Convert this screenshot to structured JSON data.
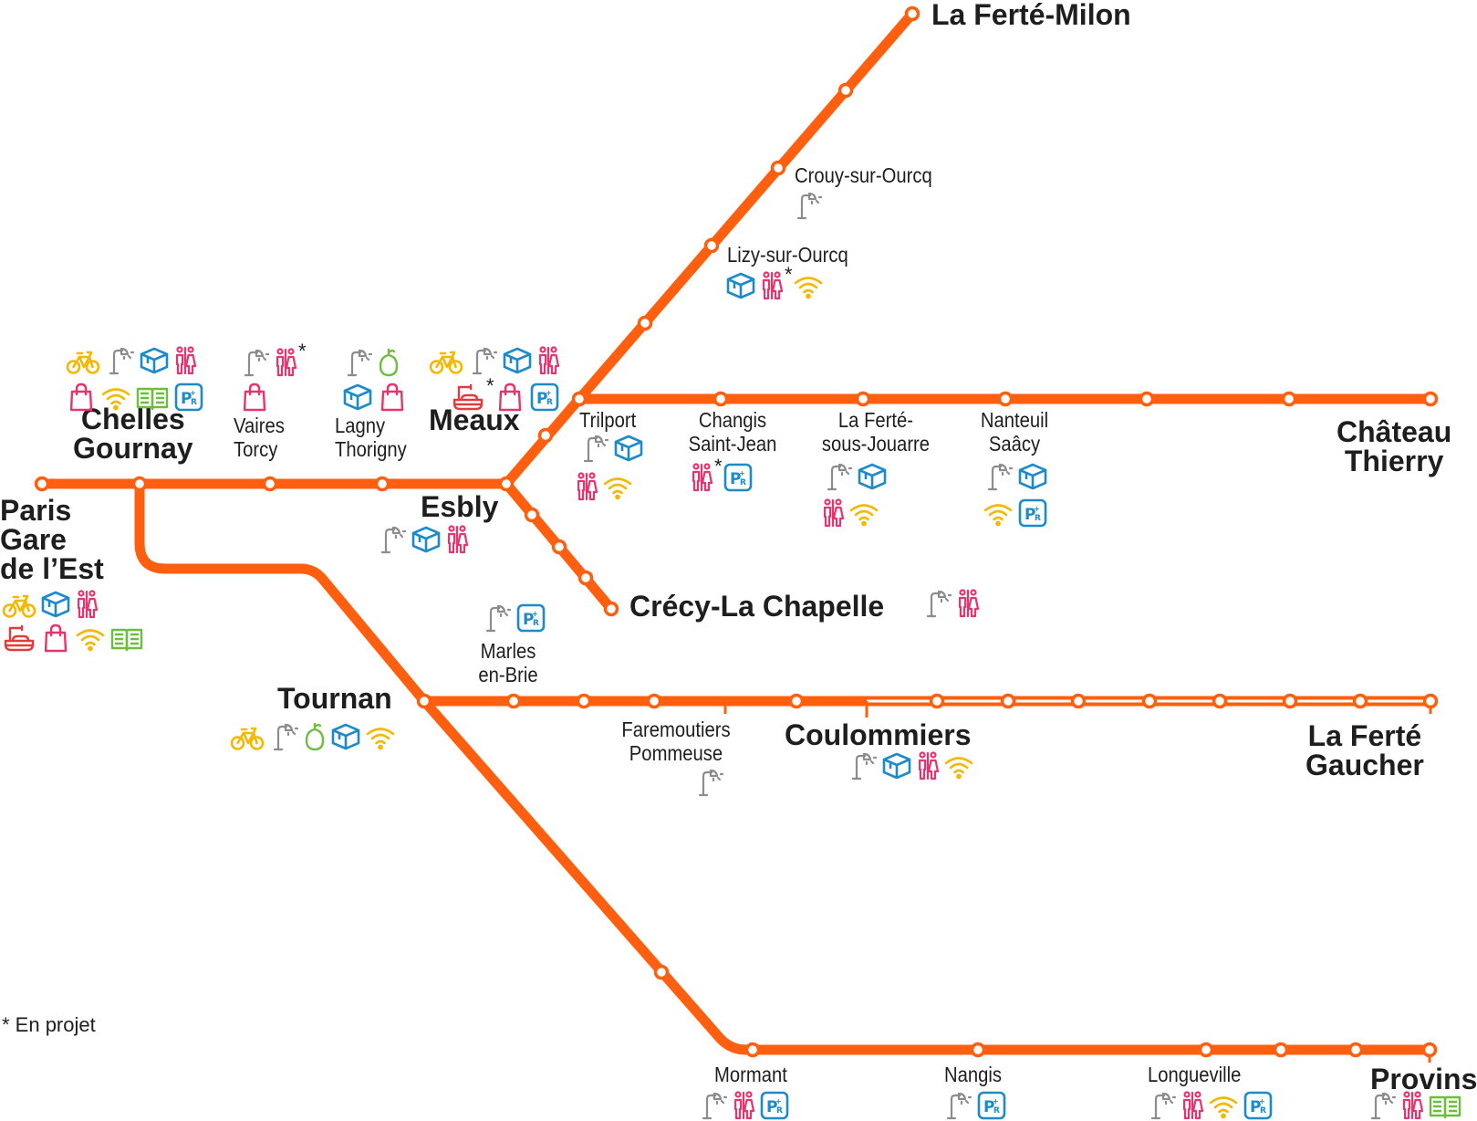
{
  "line_color": "#ff5f0f",
  "icon_colors": {
    "bike": "#f5b800",
    "kiosk": "#8c8c8c",
    "locker": "#1d8ac9",
    "toilets": "#e8336d",
    "shop": "#e8336d",
    "wifi": "#f5b800",
    "book": "#6cbf3c",
    "parking": "#1d8ac9",
    "produce": "#6cbf3c",
    "food": "#e23b3b"
  },
  "stations": {
    "paris": {
      "name": "Paris\nGare\nde l’Est",
      "icons": [
        [
          "bike",
          "locker",
          "toilets"
        ],
        [
          "food",
          "shop",
          "wifi",
          "book"
        ]
      ]
    },
    "chelles": {
      "name": "Chelles\nGournay",
      "icons": [
        [
          "bike",
          "kiosk",
          "locker",
          "toilets"
        ],
        [
          "shop",
          "wifi",
          "book",
          "parking"
        ]
      ]
    },
    "vaires": {
      "name": "Vaires\nTorcy",
      "icons": [
        [
          "kiosk",
          "toilets*"
        ],
        [
          "shop"
        ]
      ]
    },
    "lagny": {
      "name": "Lagny\nThorigny",
      "icons": [
        [
          "kiosk",
          "produce"
        ],
        [
          "locker",
          "shop"
        ]
      ]
    },
    "meaux": {
      "name": "Meaux",
      "icons": [
        [
          "bike",
          "kiosk",
          "locker",
          "toilets"
        ],
        [
          "food*",
          "shop",
          "parking"
        ]
      ]
    },
    "esbly": {
      "name": "Esbly",
      "icons": [
        [
          "kiosk",
          "locker",
          "toilets"
        ]
      ]
    },
    "trilport": {
      "name": "Trilport",
      "icons": [
        [
          "kiosk",
          "locker"
        ],
        [
          "toilets",
          "wifi"
        ]
      ]
    },
    "changis": {
      "name": "Changis\nSaint-Jean",
      "icons": [
        [
          "toilets*",
          "parking"
        ]
      ]
    },
    "ferte_jouarre": {
      "name": "La Ferté-\nsous-Jouarre",
      "icons": [
        [
          "kiosk",
          "locker"
        ],
        [
          "toilets",
          "wifi"
        ]
      ]
    },
    "nanteuil": {
      "name": "Nanteuil\nSaâcy",
      "icons": [
        [
          "kiosk",
          "locker"
        ],
        [
          "wifi",
          "parking"
        ]
      ]
    },
    "chateau": {
      "name": "Château\nThierry"
    },
    "lizy": {
      "name": "Lizy-sur-Ourcq",
      "icons": [
        [
          "locker",
          "toilets*",
          "wifi"
        ]
      ]
    },
    "crouy": {
      "name": "Crouy-sur-Ourcq",
      "icons": [
        [
          "kiosk"
        ]
      ]
    },
    "ferte_milon": {
      "name": "La Ferté-Milon"
    },
    "crecy": {
      "name": "Crécy-La Chapelle",
      "icons": [
        [
          "kiosk",
          "toilets"
        ]
      ]
    },
    "marles": {
      "name": "Marles\nen-Brie",
      "icons": [
        [
          "kiosk",
          "parking"
        ]
      ]
    },
    "tournan": {
      "name": "Tournan",
      "icons": [
        [
          "bike",
          "kiosk",
          "produce",
          "locker",
          "wifi"
        ]
      ]
    },
    "faremoutiers": {
      "name": "Faremoutiers\nPommeuse",
      "icons": [
        [
          "kiosk"
        ]
      ]
    },
    "coulommiers": {
      "name": "Coulommiers",
      "icons": [
        [
          "kiosk",
          "locker",
          "toilets",
          "wifi"
        ]
      ]
    },
    "ferte_gaucher": {
      "name": "La Ferté\nGaucher"
    },
    "mormant": {
      "name": "Mormant",
      "icons": [
        [
          "kiosk",
          "toilets",
          "parking"
        ]
      ]
    },
    "nangis": {
      "name": "Nangis",
      "icons": [
        [
          "kiosk",
          "parking"
        ]
      ]
    },
    "longueville": {
      "name": "Longueville",
      "icons": [
        [
          "kiosk",
          "toilets",
          "wifi",
          "parking"
        ]
      ]
    },
    "provins": {
      "name": "Provins",
      "icons": [
        [
          "kiosk",
          "toilets",
          "book"
        ]
      ]
    }
  },
  "asterisk": "*",
  "footnote": "* En projet"
}
